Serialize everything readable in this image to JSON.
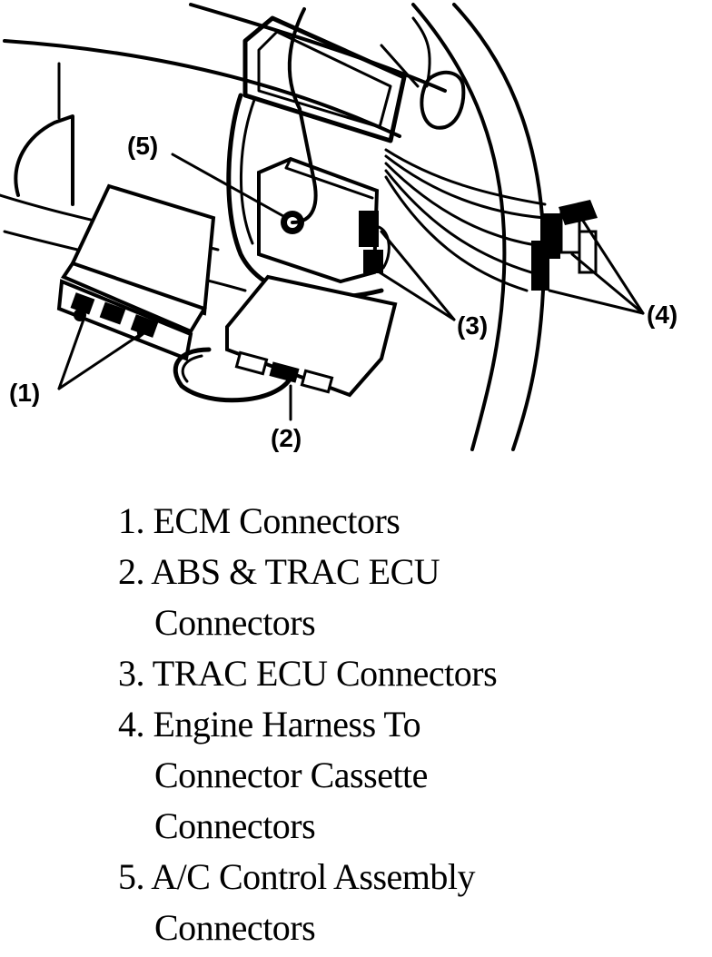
{
  "callouts": {
    "c1": "(1)",
    "c2": "(2)",
    "c3": "(3)",
    "c4": "(4)",
    "c5": "(5)"
  },
  "legend": [
    {
      "num": "1.",
      "lines": [
        "ECM Connectors"
      ]
    },
    {
      "num": "2.",
      "lines": [
        "ABS & TRAC ECU",
        "Connectors"
      ]
    },
    {
      "num": "3.",
      "lines": [
        "TRAC ECU Connectors"
      ]
    },
    {
      "num": "4.",
      "lines": [
        "Engine Harness To",
        "Connector Cassette",
        "Connectors"
      ]
    },
    {
      "num": "5.",
      "lines": [
        "A/C Control Assembly",
        "Connectors"
      ]
    }
  ]
}
